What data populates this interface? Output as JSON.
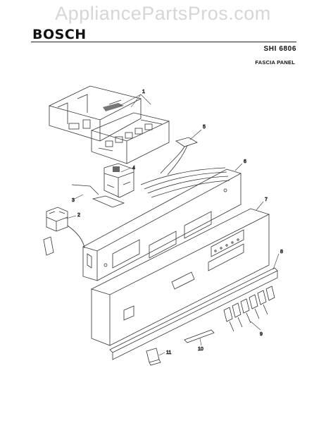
{
  "watermark": "AppliancePartsPros.com",
  "brand": "BOSCH",
  "model": "SHI 6806",
  "section_title": "FASCIA PANEL",
  "callouts": [
    "1",
    "2",
    "3",
    "4",
    "5",
    "6",
    "7",
    "8",
    "9",
    "10",
    "11"
  ]
}
